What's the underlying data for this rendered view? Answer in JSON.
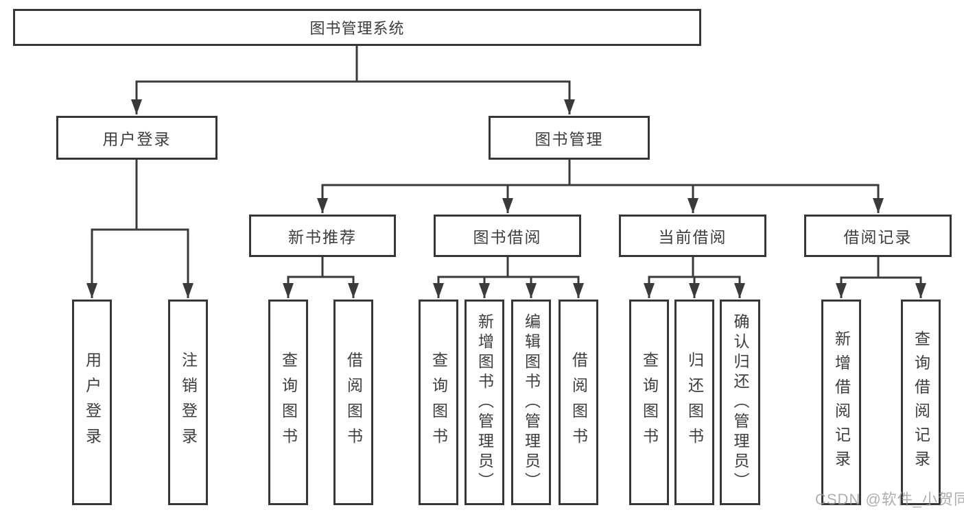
{
  "title_node": "图书管理系统",
  "level2": {
    "user": "用户登录",
    "mgmt": "图书管理"
  },
  "level3": {
    "recommend": "新书推荐",
    "borrow": "图书借阅",
    "current": "当前借阅",
    "records": "借阅记录"
  },
  "leaves": {
    "user": [
      "用户登录",
      "注销登录"
    ],
    "recommend": [
      "查询图书",
      "借阅图书"
    ],
    "borrow": [
      "查询图书",
      "新增图书（管理员）",
      "编辑图书（管理员）",
      "借阅图书"
    ],
    "current": [
      "查询图书",
      "归还图书",
      "确认归还（管理员）"
    ],
    "records": [
      "新增借阅记录",
      "查询借阅记录"
    ]
  },
  "watermark": "CSDN @软件_小贺同学",
  "colors": {
    "line": "#3a3a3a",
    "border": "#363636",
    "text": "#3d3d3d",
    "background": "#ffffff",
    "watermark": "#9d9d9d"
  }
}
